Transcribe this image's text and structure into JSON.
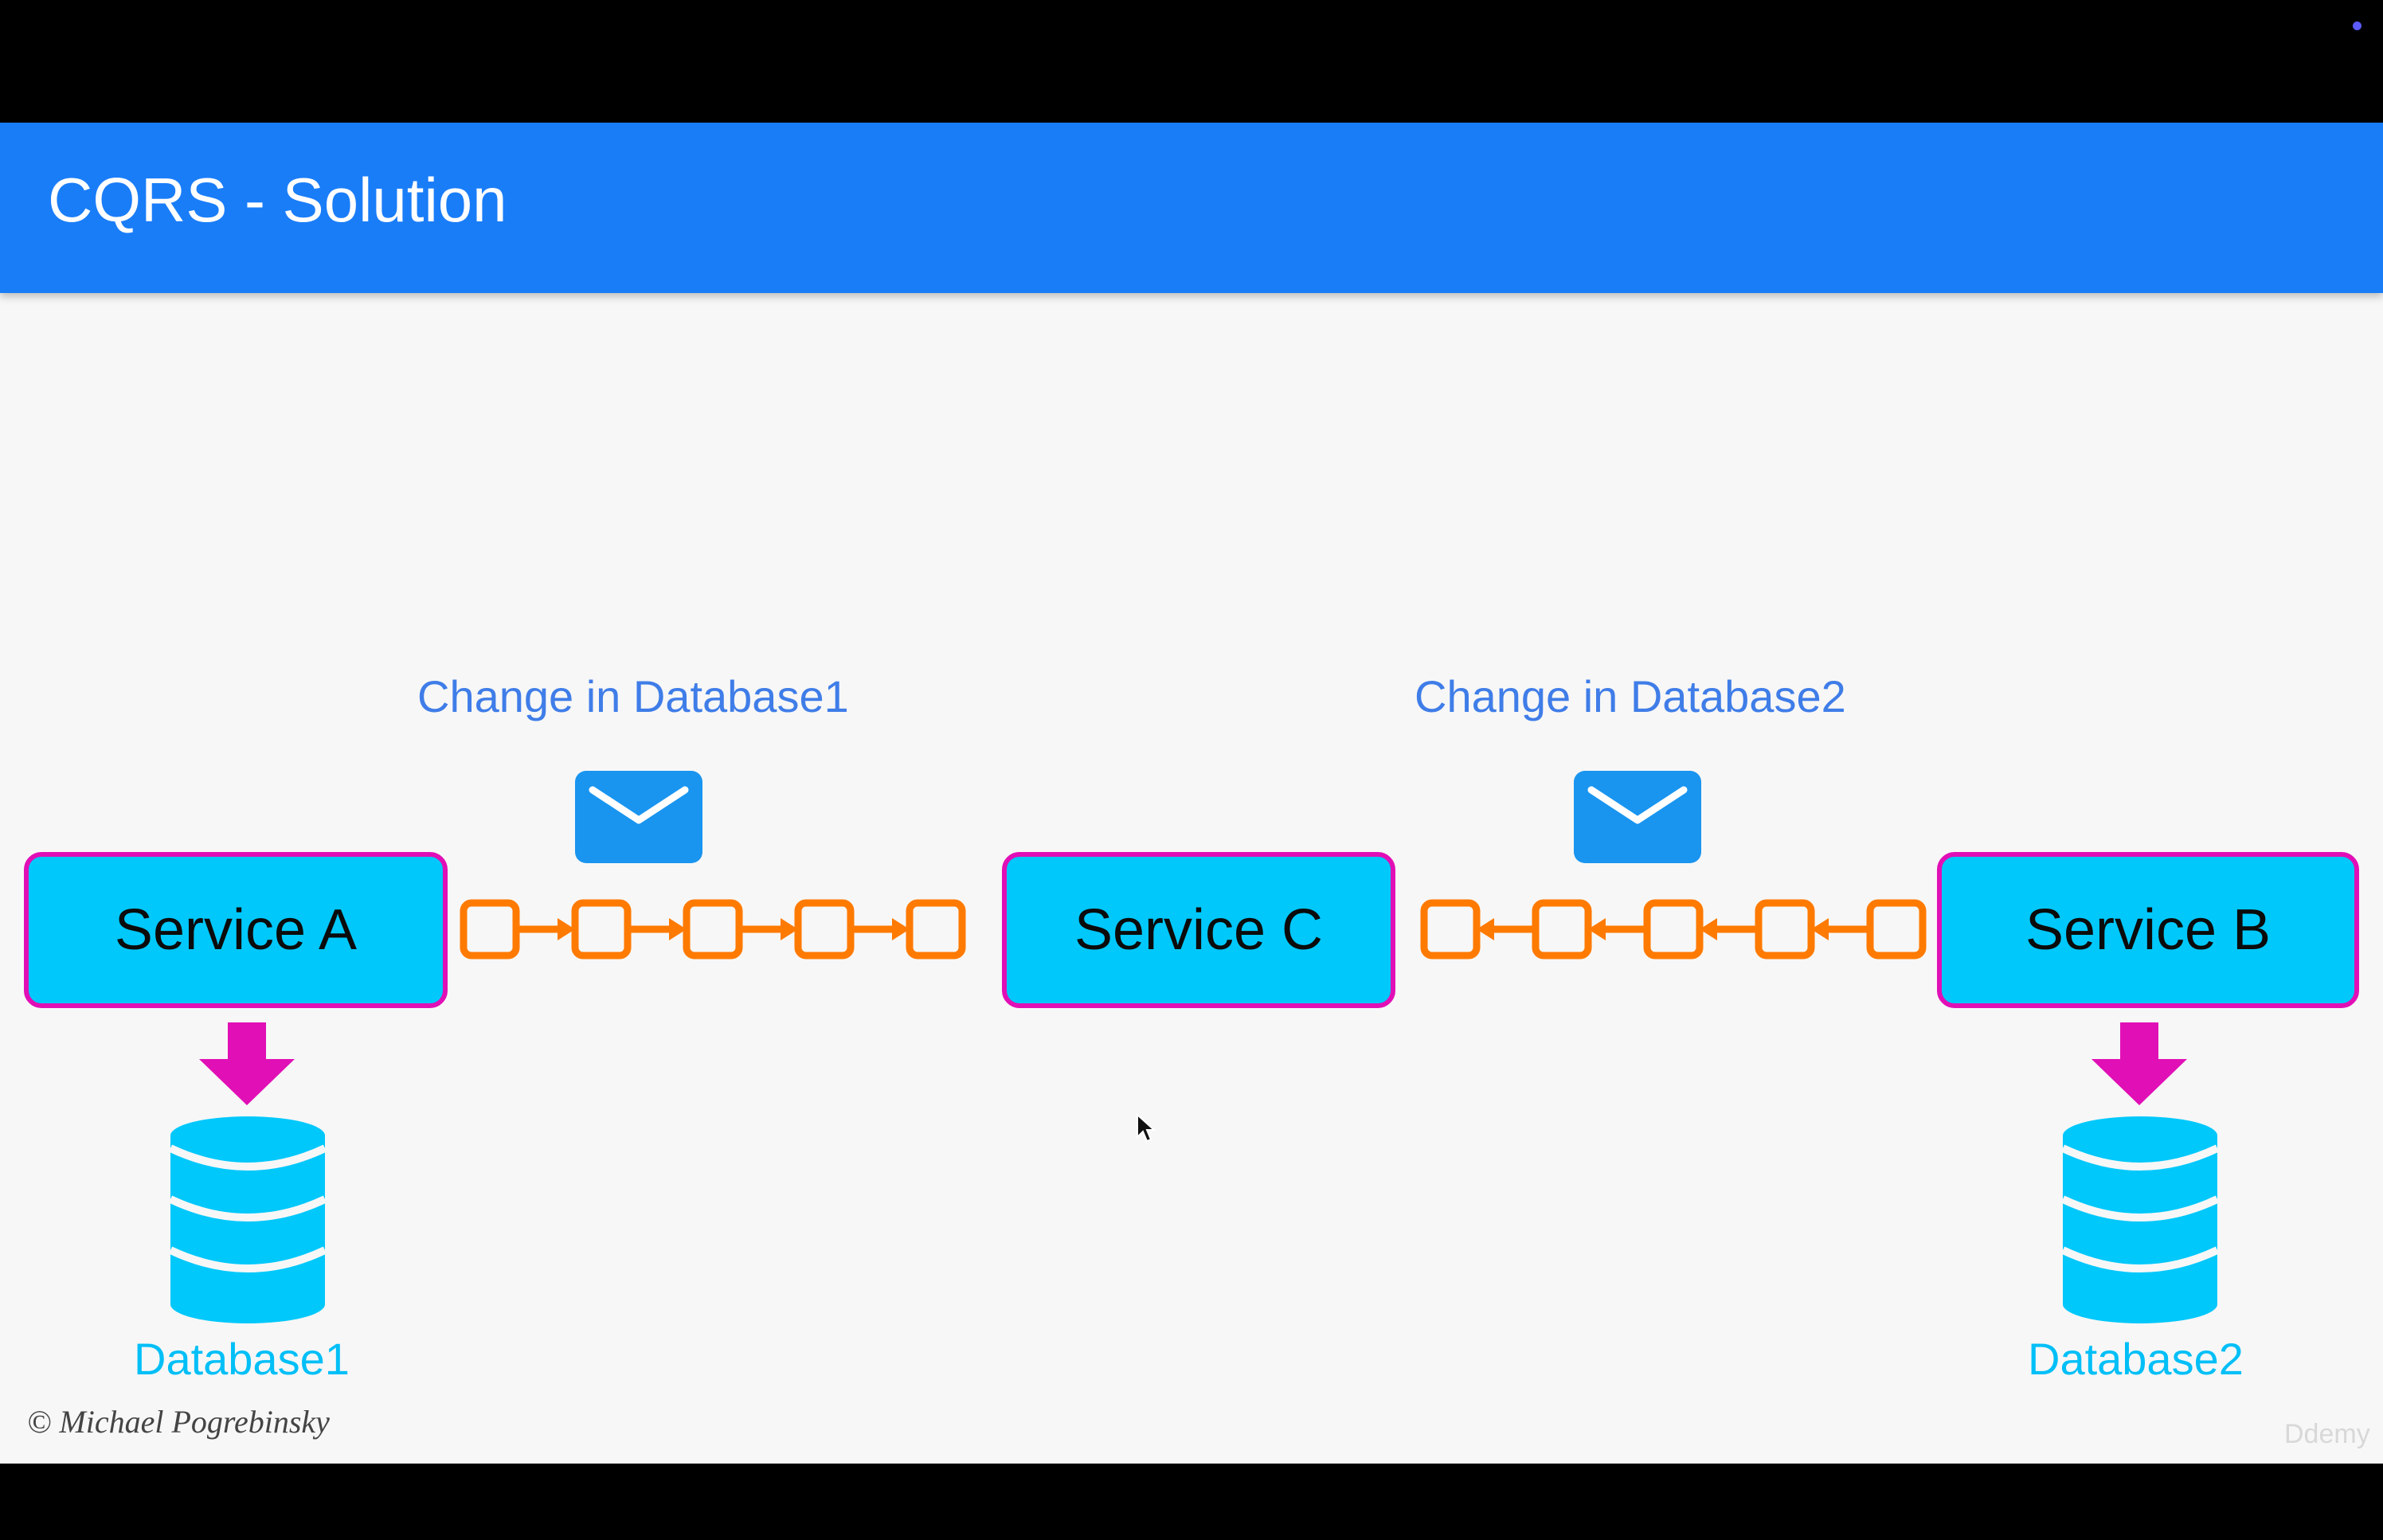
{
  "slide": {
    "title": "CQRS - Solution",
    "copyright": "© Michael Pogrebinsky",
    "watermark": "Ddemy"
  },
  "diagram": {
    "services": {
      "a": "Service A",
      "c": "Service C",
      "b": "Service B"
    },
    "flows": {
      "left_label": "Change in Database1",
      "right_label": "Change in Database2"
    },
    "databases": {
      "db1": "Database1",
      "db2": "Database2"
    }
  },
  "colors": {
    "header_bg": "#1a7df8",
    "service_fill": "#00c8fb",
    "service_border": "#e10fb6",
    "queue": "#ff7a00",
    "arrow_down": "#e10fb6",
    "database": "#00c8fb",
    "label_blue": "#3f7de8"
  },
  "icons": [
    "envelope-icon",
    "database-icon",
    "arrow-down-icon",
    "mouse-cursor-icon"
  ]
}
